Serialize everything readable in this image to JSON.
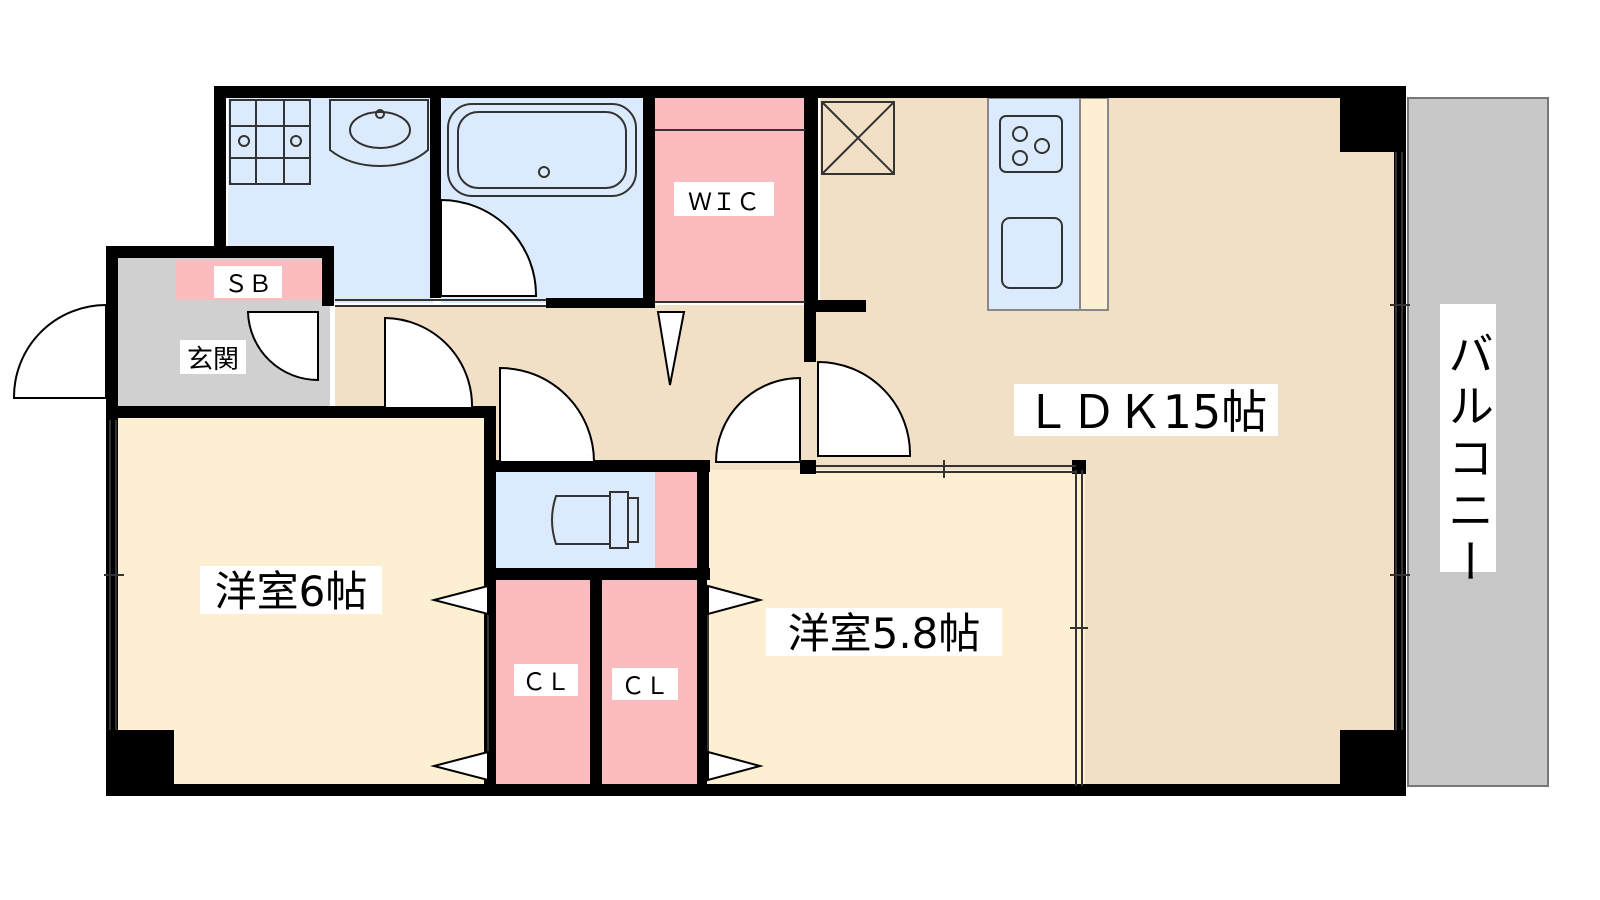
{
  "rooms": {
    "ldk": "ＬＤＫ15帖",
    "western_a": "洋室6帖",
    "western_b": "洋室5.8帖",
    "entrance": "玄関",
    "shoe_box": "ＳＢ",
    "wic": "ＷＩＣ",
    "closet_a": "ＣＬ",
    "closet_b": "ＣＬ",
    "balcony": "バルコニー"
  },
  "colors": {
    "wall": "#000000",
    "ldk_floor": "#f1dfc6",
    "bedroom_floor": "#fdf0d2",
    "wet_area": "#dbeafc",
    "storage": "#fbbcc0",
    "entrance_floor": "#d0d0d0",
    "balcony": "#c8c8c8"
  }
}
